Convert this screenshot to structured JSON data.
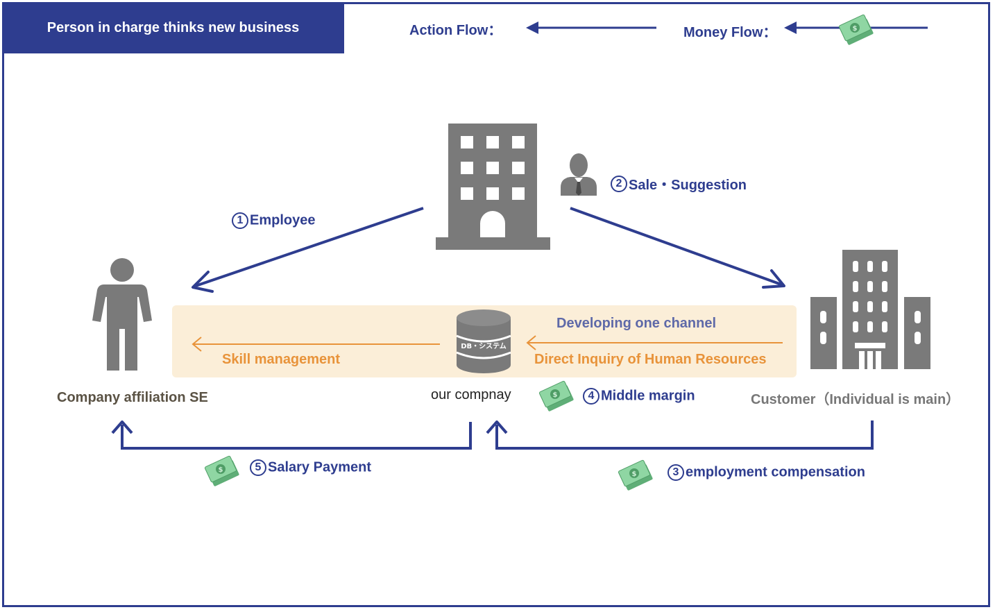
{
  "header": {
    "title": "Person in charge thinks new business"
  },
  "legend": {
    "action_flow": "Action Flow：",
    "money_flow": "Money Flow："
  },
  "nodes": {
    "employee_se": "Company affiliation SE",
    "our_company": "our compnay",
    "customer": "Customer（Individual is main）",
    "database_label": "DB・システム"
  },
  "band": {
    "skill_management": "Skill management",
    "developing_channel": "Developing one channel",
    "direct_inquiry": "Direct Inquiry of Human Resources"
  },
  "steps": [
    {
      "num": "1",
      "label": "Employee"
    },
    {
      "num": "2",
      "label": "Sale・Suggestion"
    },
    {
      "num": "3",
      "label": "employment compensation"
    },
    {
      "num": "4",
      "label": "Middle margin"
    },
    {
      "num": "5",
      "label": "Salary Payment"
    }
  ],
  "colors": {
    "primary": "#2e3d8f",
    "accent_orange": "#e8933a",
    "band": "#fbeed8",
    "icon_grey": "#7a7a7a",
    "money_green": "#6fc48a"
  }
}
